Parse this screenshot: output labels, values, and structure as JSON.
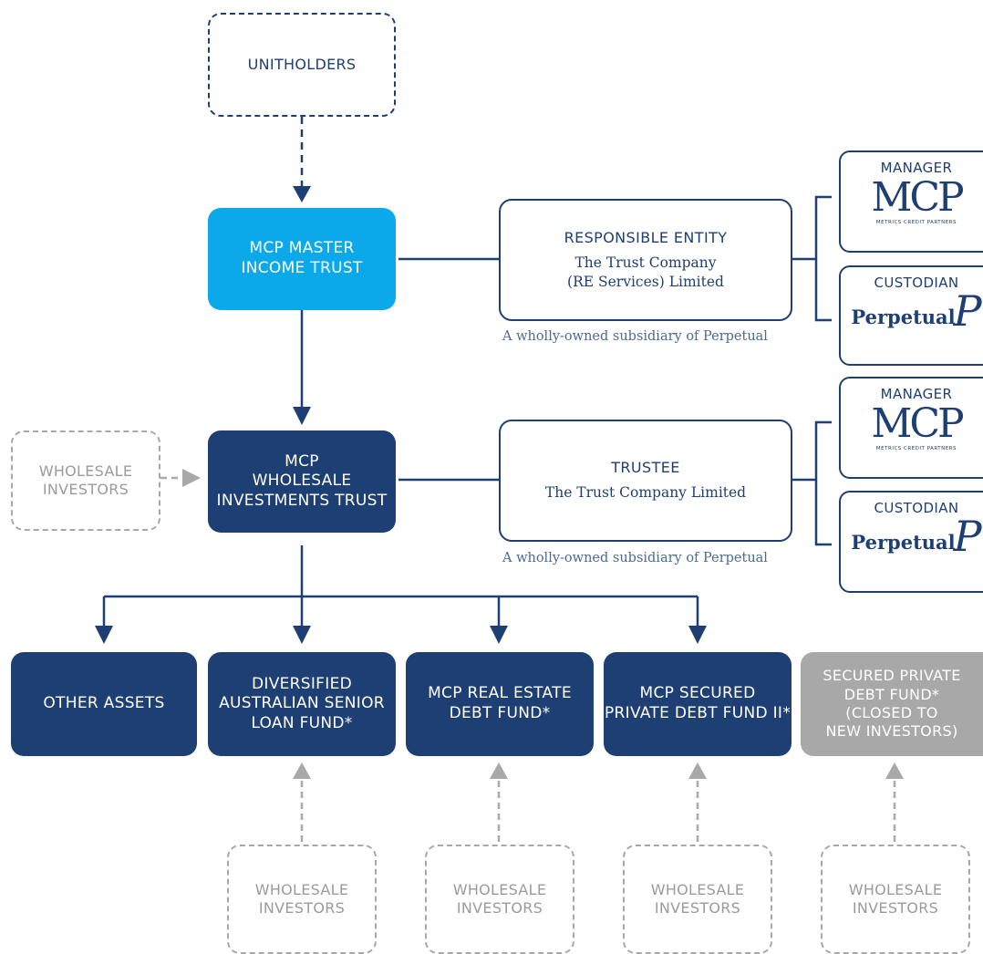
{
  "unitholders": "UNITHOLDERS",
  "master_trust": [
    "MCP MASTER",
    "INCOME TRUST"
  ],
  "wholesale_trust": [
    "MCP",
    "WHOLESALE",
    "INVESTMENTS TRUST"
  ],
  "wholesale_investors": [
    "WHOLESALE",
    "INVESTORS"
  ],
  "responsible_entity": {
    "title": "RESPONSIBLE ENTITY",
    "name": [
      "The Trust Company",
      "(RE Services) Limited"
    ],
    "note": "A wholly-owned subsidiary of Perpetual"
  },
  "trustee": {
    "title": "TRUSTEE",
    "name": [
      "The Trust Company Limited"
    ],
    "note": "A wholly-owned subsidiary of Perpetual"
  },
  "manager_label": "MANAGER",
  "custodian_label": "CUSTODIAN",
  "mcp_logo": {
    "text": "MCP",
    "subtext": "METRICS CREDIT PARTNERS"
  },
  "perpetual_logo": {
    "text": "Perpetual",
    "mark": "P"
  },
  "funds": {
    "other_assets": [
      "OTHER ASSETS"
    ],
    "diversified": [
      "DIVERSIFIED",
      "AUSTRALIAN SENIOR",
      "LOAN FUND*"
    ],
    "real_estate": [
      "MCP REAL ESTATE",
      "DEBT FUND*"
    ],
    "secured_ii": [
      "MCP SECURED",
      "PRIVATE DEBT FUND II*"
    ],
    "secured_closed": [
      "SECURED PRIVATE",
      "DEBT FUND*",
      "(CLOSED TO",
      "NEW INVESTORS)"
    ]
  },
  "colors": {
    "navy": "#1e3f73",
    "cyan": "#0ba9ea",
    "grey": "#a8a8a8"
  }
}
